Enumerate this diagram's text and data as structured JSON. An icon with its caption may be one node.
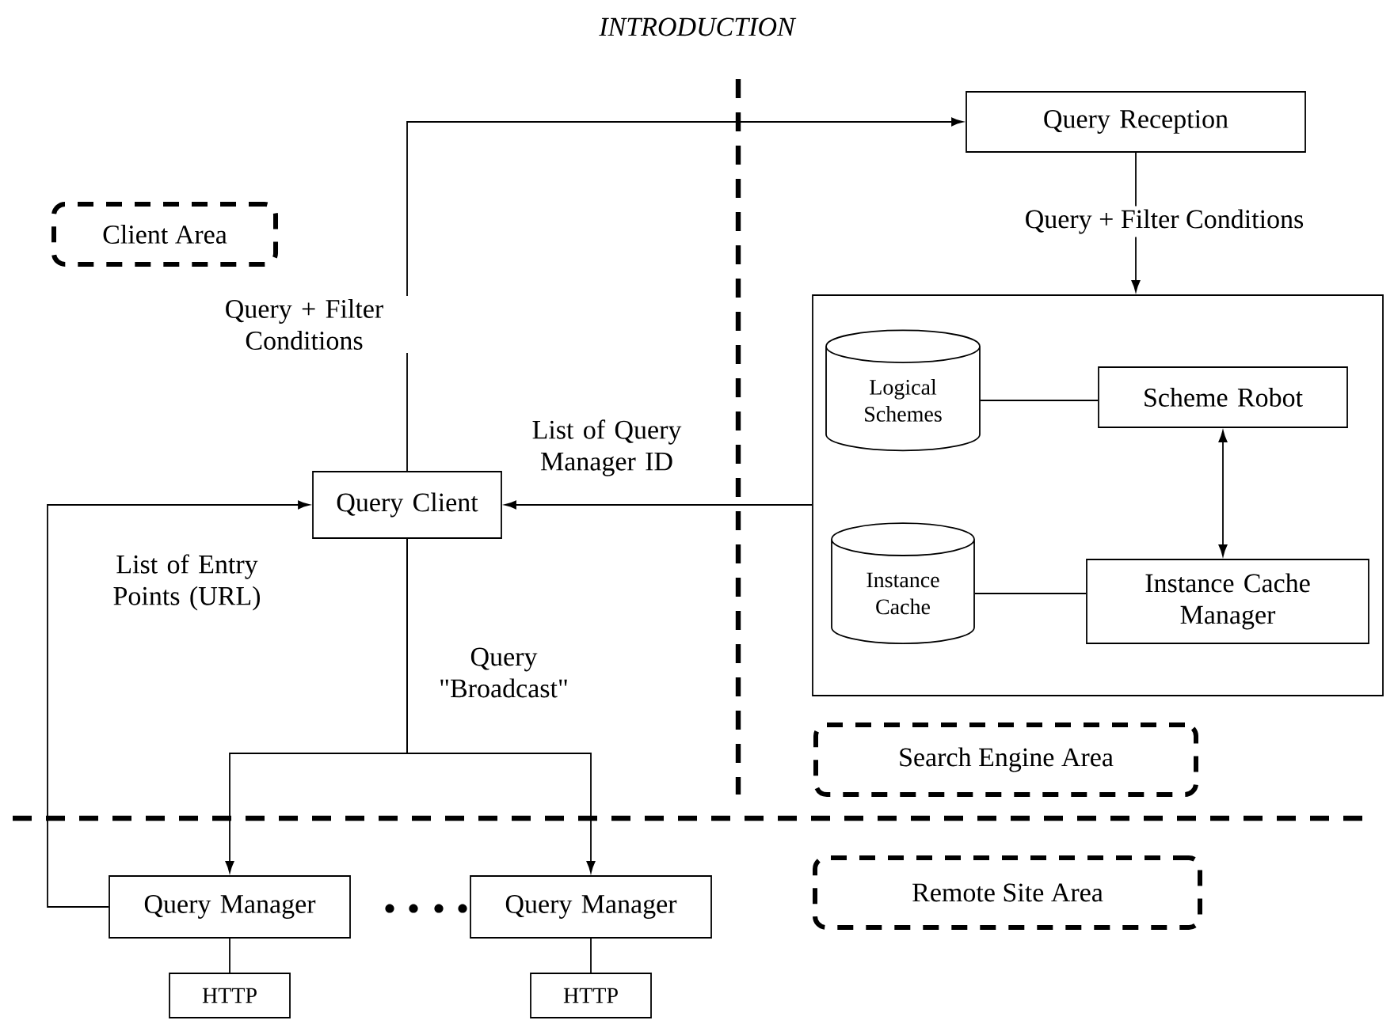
{
  "diagram": {
    "title": "INTRODUCTION",
    "nodes": [
      {
        "text": [
          "Query Reception"
        ]
      },
      {
        "text": [
          "Client Area"
        ]
      },
      {
        "text": [],
        "shape": "box"
      },
      {
        "text": [
          "Logical Schemes"
        ],
        "in": 2
      },
      {
        "text": [
          "Scheme Robot"
        ],
        "in": 2
      },
      {
        "text": [
          "Instance Cache"
        ],
        "in": 2
      },
      {
        "text": [
          "Instance Cache Manager"
        ],
        "in": 2
      },
      {
        "text": [
          "Query Client"
        ]
      },
      {
        "text": [
          "Search Engine Area"
        ]
      },
      {
        "text": [
          "Remote Site Area"
        ]
      },
      {
        "text": [
          "Query Manager"
        ]
      },
      {
        "text": [
          "Query Manager"
        ]
      },
      {
        "text": [
          "HTTP"
        ]
      },
      {
        "text": [
          "HTTP"
        ]
      }
    ],
    "edges": [
      {
        "from": 7,
        "to": 0,
        "arrow": "to",
        "label": "Query + Filter Conditions"
      },
      {
        "from": 0,
        "to": 2,
        "arrow": "to",
        "label": "Query + Filter Conditions"
      },
      {
        "from": 3,
        "to": 4,
        "arrow": "none"
      },
      {
        "from": 4,
        "to": 6,
        "arrow": "both"
      },
      {
        "from": 5,
        "to": 6,
        "arrow": "none"
      },
      {
        "from": 2,
        "to": 7,
        "arrow": "to",
        "label": "List of Query Manager ID"
      },
      {
        "from": 10,
        "to": 7,
        "arrow": "to",
        "label": "List of Entry Points (URL)"
      },
      {
        "from": 7,
        "to": 10,
        "arrow": "to"
      },
      {
        "from": 7,
        "to": 11,
        "arrow": "to",
        "label": "Query \"Broadcast\""
      },
      {
        "from": 10,
        "to": 12,
        "arrow": "none"
      },
      {
        "from": 11,
        "to": 13,
        "arrow": "none"
      }
    ]
  }
}
